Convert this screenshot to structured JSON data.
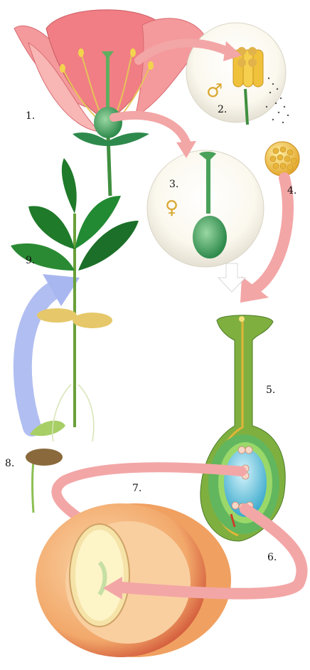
{
  "labels": {
    "step1": "1.",
    "step2": "2.",
    "step3": "3.",
    "step4": "4.",
    "step5": "5.",
    "step6": "6.",
    "step7": "7.",
    "step8": "8.",
    "step9": "9."
  },
  "symbols": {
    "male": "♂",
    "female": "♀"
  },
  "colors": {
    "petal": "#f07e84",
    "petal_light": "#f8b6b4",
    "arrow_pink": "#f3a6a6",
    "arrow_blue": "#a9b7f0",
    "stem_green": "#3f8f3f",
    "leaf_dark": "#1f7a2a",
    "pollen_yellow": "#f2c53d",
    "ovule_blue": "#4db8d8",
    "seed_orange": "#f3b37a",
    "seed_red": "#c8402c",
    "symbol_gold": "#d9a933"
  }
}
